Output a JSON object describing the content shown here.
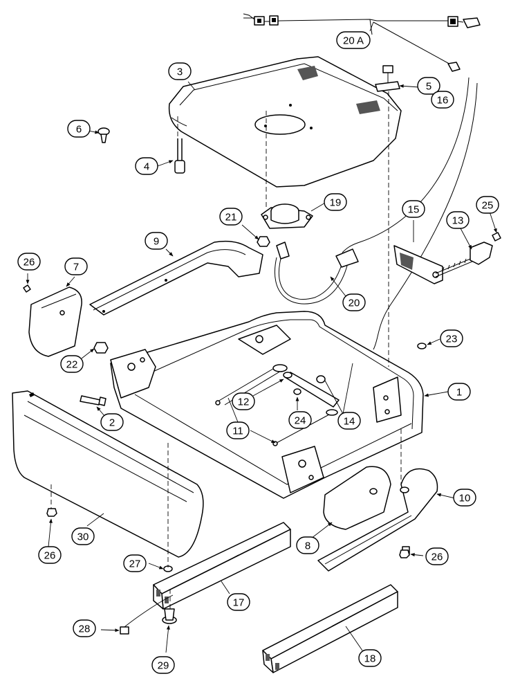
{
  "callouts": [
    "20 A",
    "3",
    "5",
    "16",
    "6",
    "4",
    "21",
    "19",
    "15",
    "13",
    "25",
    "9",
    "26",
    "7",
    "20",
    "23",
    "22",
    "2",
    "12",
    "24",
    "1",
    "11",
    "14",
    "10",
    "8",
    "26",
    "30",
    "27",
    "17",
    "26",
    "28",
    "29",
    "18"
  ]
}
